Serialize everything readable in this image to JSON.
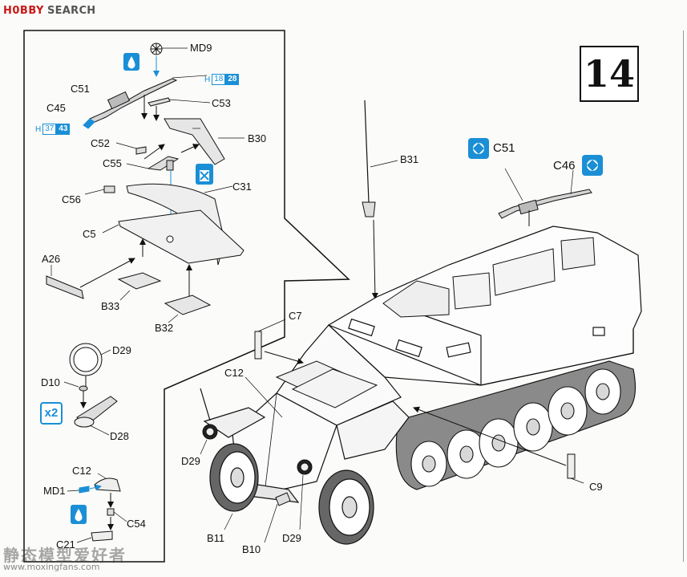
{
  "site": {
    "logo_mark": "H0BBY",
    "logo_word": "SEARCH",
    "watermark_cn": "静态模型爱好者",
    "watermark_url": "www.moxingfans.com"
  },
  "step_number": "14",
  "inset_labels": {
    "md9": "MD9",
    "c51": "C51",
    "c45": "C45",
    "c53": "C53",
    "c52": "C52",
    "b30": "B30",
    "c55": "C55",
    "c31": "C31",
    "c56": "C56",
    "c5": "C5",
    "a26": "A26",
    "b33": "B33",
    "b32": "B32",
    "d29": "D29",
    "d10": "D10",
    "d28": "D28",
    "c12": "C12",
    "md1": "MD1",
    "c54": "C54",
    "c21": "C21"
  },
  "paint_codes": {
    "upper": {
      "prefix": "H",
      "code_a": "18",
      "code_b": "28"
    },
    "lower": {
      "prefix": "H",
      "code_a": "37",
      "code_b": "43"
    }
  },
  "multiplier": "x2",
  "main_labels": {
    "b31": "B31",
    "c51": "C51",
    "c46": "C46",
    "c7": "C7",
    "c12": "C12",
    "d29_left": "D29",
    "d29_right": "D29",
    "b11": "B11",
    "b10": "B10",
    "c9": "C9"
  },
  "icons": {
    "paint_drop": "paint-drop-icon",
    "no_glue": "no-glue-icon",
    "option_part": "option-part-icon"
  },
  "colors": {
    "accent_blue": "#1a8fd6",
    "logo_red": "#c81818",
    "line": "#111111"
  }
}
